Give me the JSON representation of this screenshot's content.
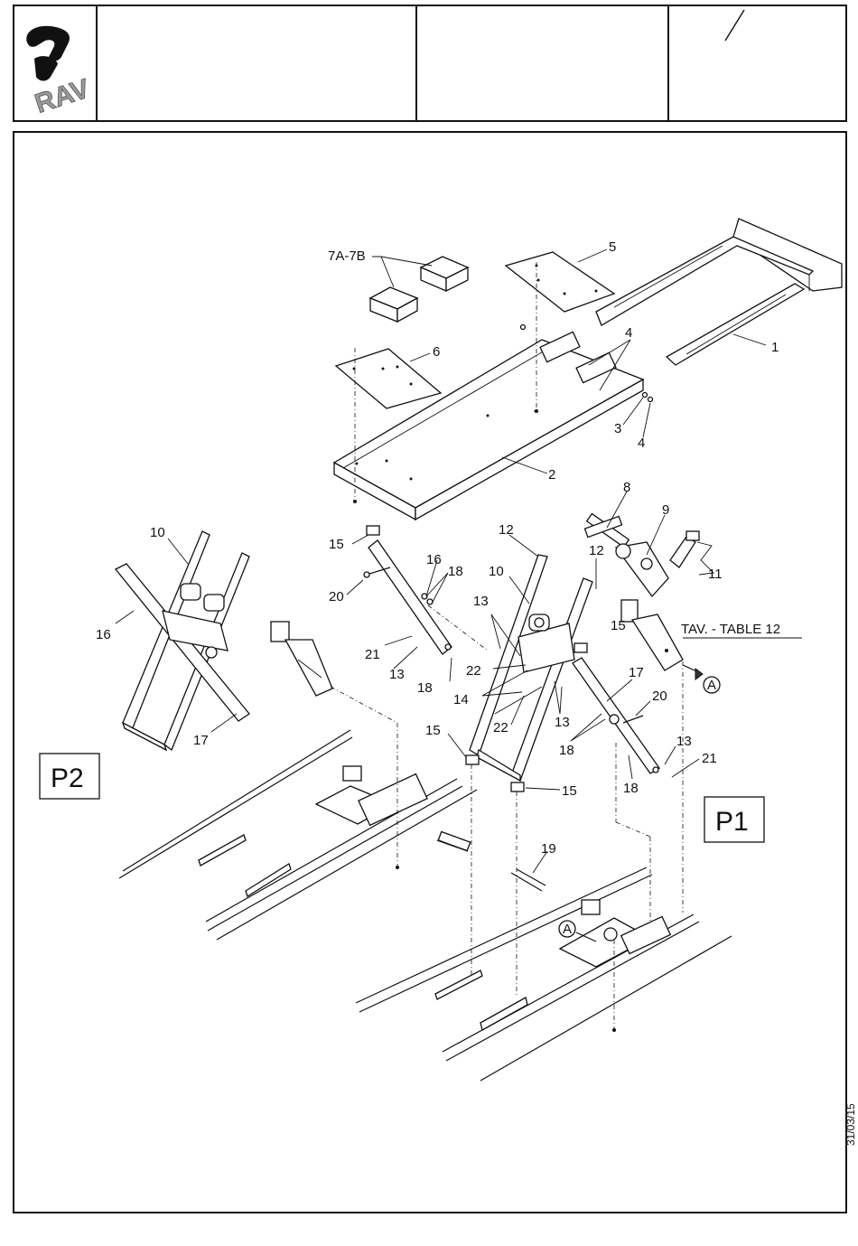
{
  "header": {
    "logo_text": "RAV",
    "revision_mark": "/"
  },
  "drawing": {
    "callouts": [
      "1",
      "2",
      "3",
      "4",
      "4",
      "5",
      "6",
      "7A-7B",
      "8",
      "9",
      "10",
      "10",
      "11",
      "12",
      "12",
      "13",
      "13",
      "13",
      "13",
      "14",
      "15",
      "15",
      "15",
      "15",
      "15",
      "16",
      "16",
      "17",
      "17",
      "18",
      "18",
      "18",
      "18",
      "19",
      "20",
      "20",
      "21",
      "21",
      "22",
      "22"
    ],
    "table_reference": "TAV. - TABLE 12",
    "circle_marker": "A",
    "p1_label": "P1",
    "p2_label": "P2"
  },
  "footer": {
    "date": "31/03/15"
  }
}
